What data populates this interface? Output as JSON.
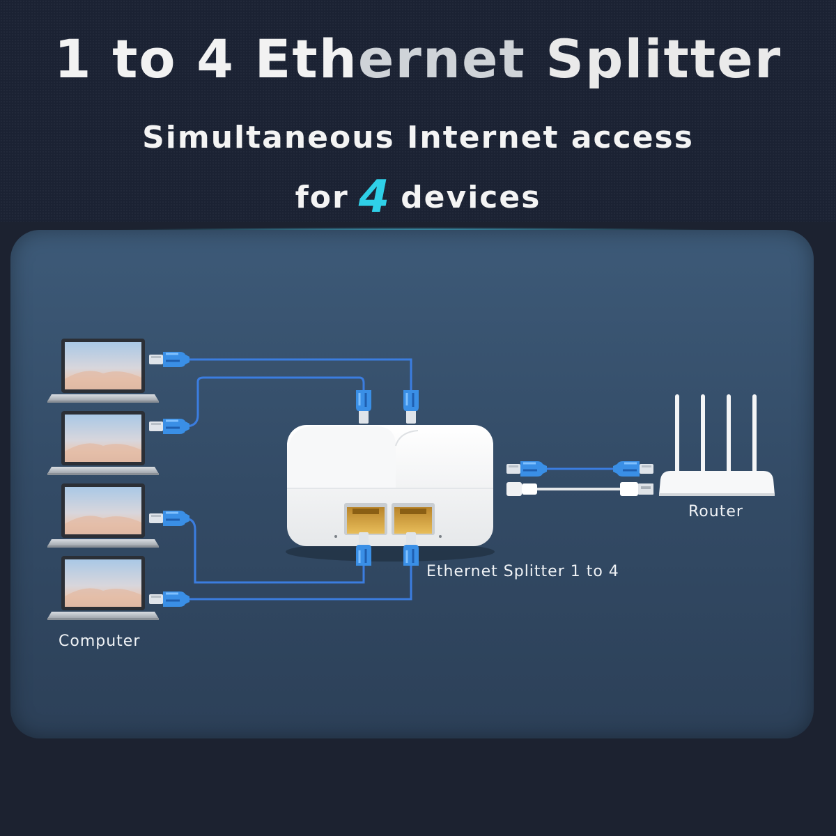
{
  "header": {
    "title_a": "1 to 4 Eth",
    "title_b": "ernet",
    "title_c": " Splitter",
    "subtitle_line1": "Simultaneous Internet access",
    "subtitle_line2_prefix": "for",
    "subtitle_number": "4",
    "subtitle_line2_suffix": "devices"
  },
  "labels": {
    "computer": "Computer",
    "splitter": "Ethernet Splitter 1 to 4",
    "router": "Router"
  },
  "colors": {
    "accent": "#2fd0e8",
    "cable": "#3b7de0",
    "connector": "#3a8fe6",
    "port": "#d7a33a"
  },
  "icons": {
    "computer": "laptop-icon",
    "router": "router-icon",
    "splitter": "ethernet-splitter-icon"
  }
}
